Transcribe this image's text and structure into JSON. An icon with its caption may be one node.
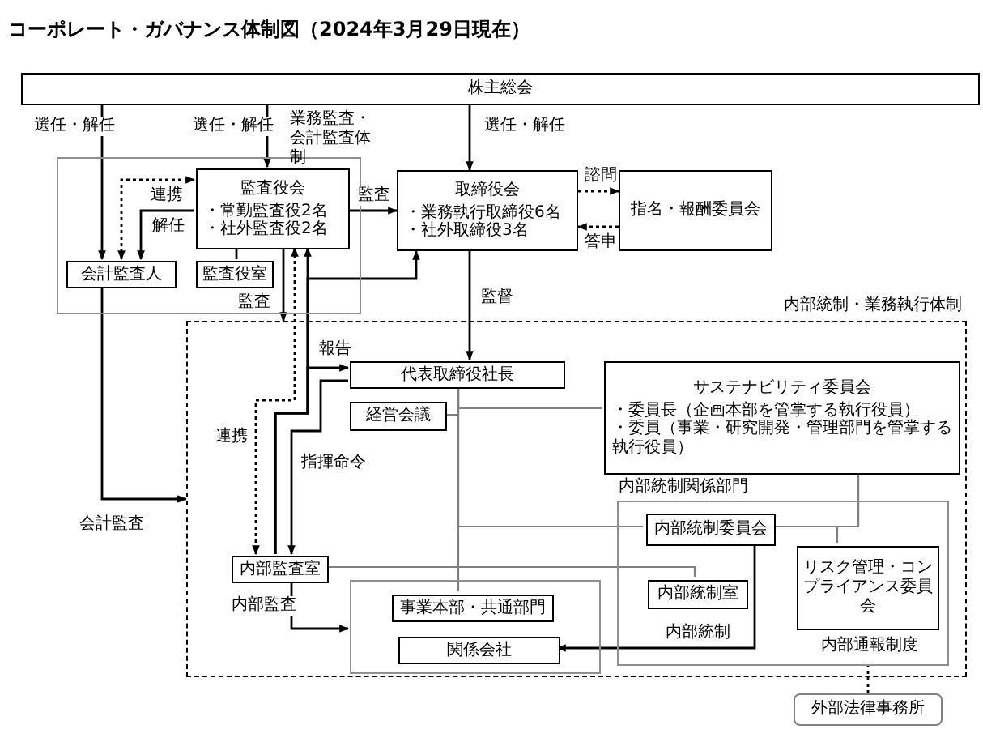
{
  "diagram": {
    "title": "コーポレート・ガバナンス体制図（2024年3月29日現在）",
    "nodes": [
      {
        "text": [
          "株主総会"
        ]
      },
      {
        "text": [
          "業務監査・会計監査体制"
        ]
      },
      {
        "text": [
          "監査役会",
          "・常勤監査役2名",
          "・社外監査役2名"
        ],
        "in": 1
      },
      {
        "text": [
          "会計監査人"
        ],
        "in": 1
      },
      {
        "text": [
          "監査役室"
        ],
        "in": 1
      },
      {
        "text": [
          "取締役会",
          "・業務執行取締役6名",
          "・社外取締役3名"
        ]
      },
      {
        "text": [
          "指名・報酬委員会"
        ]
      },
      {
        "text": [
          "内部統制・業務執行体制"
        ]
      },
      {
        "text": [
          "代表取締役社長"
        ],
        "in": 7
      },
      {
        "text": [
          "経営会議"
        ],
        "in": 7
      },
      {
        "text": [
          "サステナビリティ委員会",
          "・委員長（企画本部を管掌する執行役員）",
          "・委員（事業・研究開発・管理部門を管掌する執行役員）"
        ],
        "in": 7
      },
      {
        "text": [
          "内部監査室"
        ],
        "in": 7
      },
      {
        "text": [],
        "shape": "box",
        "in": 7
      },
      {
        "text": [
          "事業本部・共通部門"
        ],
        "in": 12
      },
      {
        "text": [
          "関係会社"
        ],
        "in": 12
      },
      {
        "text": [
          "内部統制関係部門"
        ],
        "in": 7
      },
      {
        "text": [
          "内部統制委員会"
        ],
        "in": 15
      },
      {
        "text": [
          "内部統制室"
        ],
        "in": 15
      },
      {
        "text": [
          "リスク管理・コンプライアンス委員会"
        ],
        "in": 15,
        "beside": [
          "内部通報制度"
        ]
      },
      {
        "text": [
          "外部法律事務所"
        ]
      }
    ],
    "edges": [
      {
        "from": 0,
        "to": 3,
        "arrow": "to",
        "label": "選任・解任"
      },
      {
        "from": 0,
        "to": 2,
        "arrow": "to",
        "label": "選任・解任"
      },
      {
        "from": 0,
        "to": 5,
        "arrow": "to",
        "label": "選任・解任"
      },
      {
        "from": 2,
        "to": 5,
        "arrow": "to",
        "label": "監査"
      },
      {
        "from": 2,
        "to": 3,
        "arrow": "both",
        "label": "連携",
        "style": "dashed"
      },
      {
        "from": 2,
        "to": 3,
        "arrow": "to",
        "label": "解任"
      },
      {
        "from": 2,
        "to": 4,
        "arrow": "none"
      },
      {
        "from": 5,
        "to": 6,
        "arrow": "to",
        "label": "諮問",
        "style": "dashed"
      },
      {
        "from": 6,
        "to": 5,
        "arrow": "to",
        "label": "答申",
        "style": "dashed"
      },
      {
        "from": 2,
        "to": 7,
        "arrow": "to",
        "label": "監査"
      },
      {
        "from": 2,
        "to": 11,
        "arrow": "both",
        "label": "連携",
        "style": "dashed"
      },
      {
        "from": 11,
        "to": 2,
        "arrow": "to"
      },
      {
        "from": 11,
        "to": 8,
        "arrow": "to",
        "label": "報告"
      },
      {
        "from": 11,
        "to": 5,
        "arrow": "to"
      },
      {
        "from": 8,
        "to": 11,
        "arrow": "to",
        "label": "指揮命令"
      },
      {
        "from": 5,
        "to": 8,
        "arrow": "to",
        "label": "監督"
      },
      {
        "from": 3,
        "to": 7,
        "arrow": "to",
        "label": "会計監査"
      },
      {
        "from": 11,
        "to": 12,
        "arrow": "to",
        "label": "内部監査"
      },
      {
        "from": 16,
        "to": 14,
        "arrow": "to",
        "label": "内部統制"
      },
      {
        "from": 8,
        "to": 9,
        "arrow": "none",
        "color": "#808080"
      },
      {
        "from": 8,
        "to": 10,
        "arrow": "none",
        "color": "#808080"
      },
      {
        "from": 8,
        "to": 16,
        "arrow": "none",
        "color": "#808080"
      },
      {
        "from": 8,
        "to": 13,
        "arrow": "none",
        "color": "#808080"
      },
      {
        "from": 11,
        "to": 17,
        "arrow": "none",
        "color": "#808080"
      },
      {
        "from": 10,
        "to": 16,
        "arrow": "none",
        "color": "#808080"
      },
      {
        "from": 10,
        "to": 18,
        "arrow": "none",
        "color": "#808080"
      },
      {
        "from": 19,
        "to": 15,
        "arrow": "none",
        "style": "dashed"
      }
    ]
  }
}
